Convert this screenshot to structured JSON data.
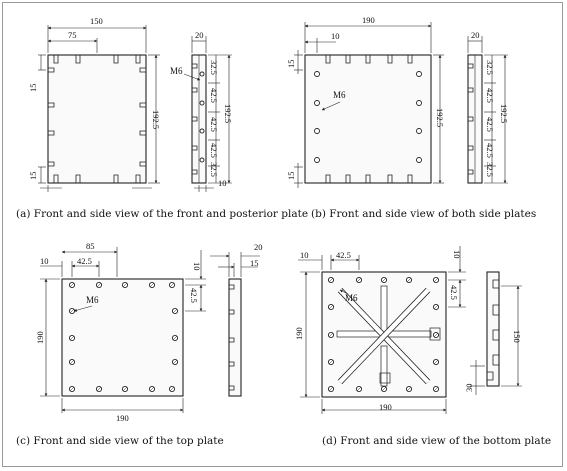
{
  "captions": {
    "a": "(a) Front and side view of the front and posterior plate",
    "b": "(b) Front and side view of both side plates",
    "c": "(c) Front and side view of the top plate",
    "d": "(d) Front and side view of the bottom plate"
  },
  "labels": {
    "m6": "M6"
  },
  "dims_a": {
    "width": "150",
    "half": "75",
    "top": "15",
    "bottom": "15",
    "height": "192.5",
    "side_t": "20",
    "s1": "32.5",
    "s2": "42.5",
    "s3": "42.5",
    "s4": "42.5",
    "s5": "32.5",
    "s_total": "192.5",
    "base": "10"
  },
  "dims_b": {
    "width": "190",
    "edge": "10",
    "top": "15",
    "bottom": "15",
    "height": "192.5",
    "side_t": "20",
    "s1": "32.5",
    "s2": "42.5",
    "s3": "42.5",
    "s4": "42.5",
    "s5": "32.5",
    "s_total": "192.5"
  },
  "dims_c": {
    "edge": "10",
    "pitch": "42.5",
    "mid": "85",
    "height": "190",
    "width": "190",
    "side_t": "20",
    "side_in": "15",
    "top_off": "10",
    "pitch_v": "42.5"
  },
  "dims_d": {
    "edge": "10",
    "pitch": "42.5",
    "height": "190",
    "width": "190",
    "top_off": "10",
    "pitch_v": "42.5",
    "side_h": "150",
    "side_base": "30"
  }
}
